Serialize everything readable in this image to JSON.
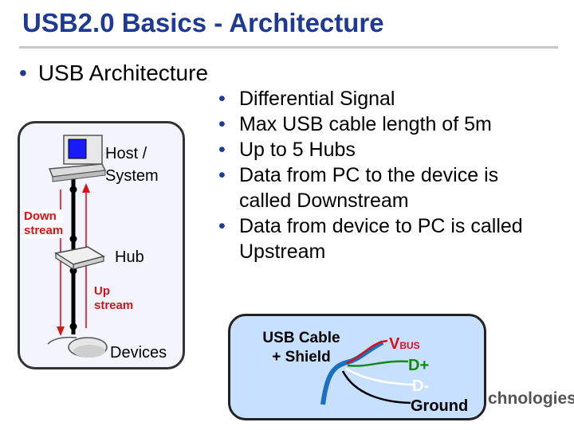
{
  "slide": {
    "title": "USB2.0 Basics - Architecture",
    "main_bullet": "USB Architecture"
  },
  "diagram": {
    "host_label_1": "Host /",
    "host_label_2": "System",
    "hub_label": "Hub",
    "devices_label": "Devices",
    "down_label_1": "Down",
    "down_label_2": "stream",
    "up_label_1": "Up",
    "up_label_2": "stream"
  },
  "bullets": [
    {
      "line1": "Differential Signal",
      "line2": ""
    },
    {
      "line1": "Max USB cable length of 5m",
      "line2": ""
    },
    {
      "line1": "Up to 5 Hubs",
      "line2": ""
    },
    {
      "line1": "Data from PC to the device is",
      "line2": "called  Downstream"
    },
    {
      "line1": "Data from device to PC is called",
      "line2": "Upstream"
    }
  ],
  "cable": {
    "label_1": "USB Cable",
    "label_2": "+ Shield",
    "vbus_v": "V",
    "vbus_sub": "BUS",
    "dplus": "D+",
    "dminus": "D-",
    "ground": "Ground"
  },
  "footer": {
    "text": "chnologies"
  },
  "colors": {
    "title": "#1f3a93",
    "vbus": "#d11111",
    "dplus": "#128a12",
    "shield": "#1a6fbf"
  }
}
